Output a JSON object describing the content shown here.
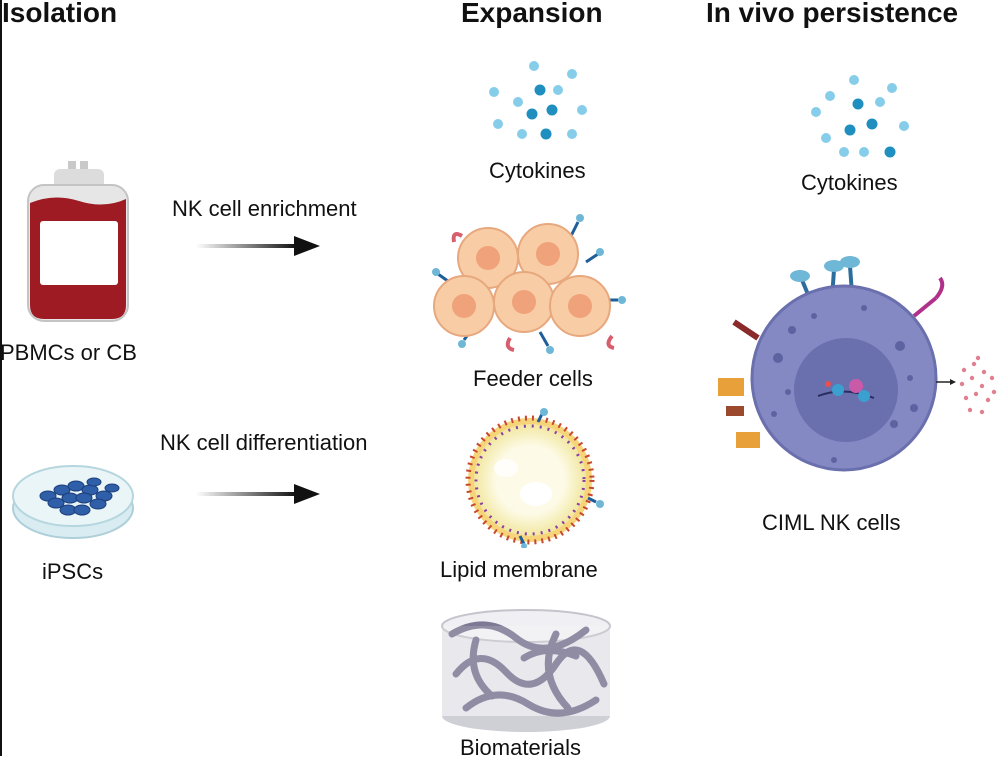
{
  "headings": {
    "isolation": "Isolation",
    "expansion": "Expansion",
    "persistence": "In vivo persistence"
  },
  "isolation": {
    "blood_bag_label": "PBMCs or CB",
    "dish_label": "iPSCs"
  },
  "arrows": {
    "enrichment": "NK cell enrichment",
    "differentiation": "NK cell differentiation"
  },
  "expansion": {
    "cytokines_label": "Cytokines",
    "feeder_label": "Feeder cells",
    "lipid_label": "Lipid membrane",
    "biomaterials_label": "Biomaterials"
  },
  "persistence": {
    "cytokines_label": "Cytokines",
    "nk_cell_label": "CIML NK cells"
  },
  "colors": {
    "blood": "#9e1b24",
    "cytokine_light": "#7fc8e8",
    "cytokine_dark": "#1e8fc0",
    "feeder_cell": "#f8c9a0",
    "feeder_nucleus": "#f0a27a",
    "nk_cell": "#8489c4",
    "nk_nucleus": "#6a6fad",
    "lipid": "#c8482f",
    "biomaterial": "#7d7894"
  }
}
